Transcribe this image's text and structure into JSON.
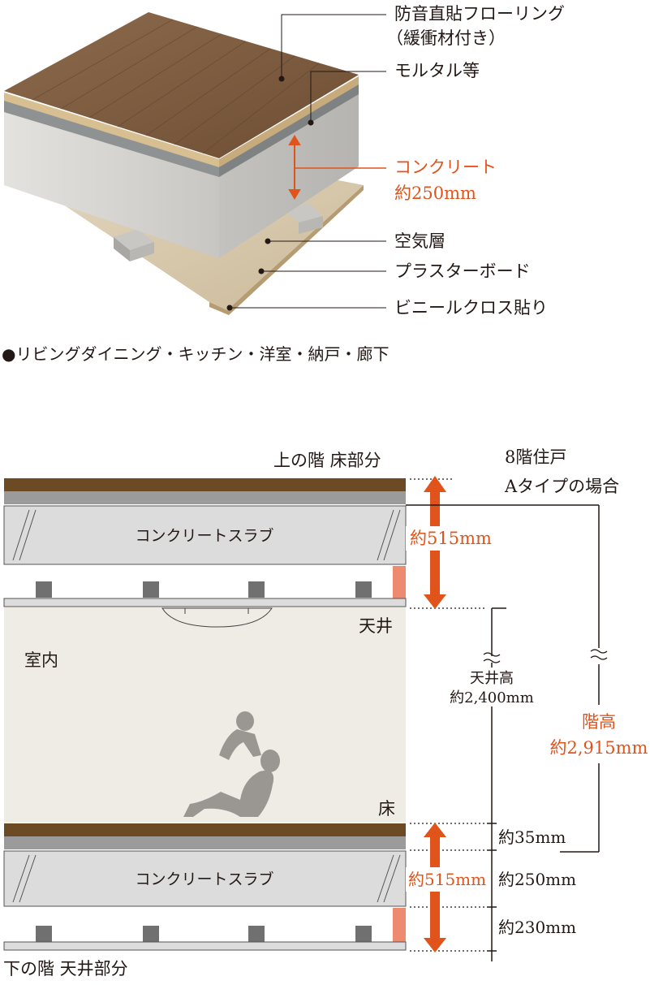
{
  "top_diagram": {
    "labels": {
      "flooring_line1": "防音直貼フローリング",
      "flooring_line2": "（緩衝材付き）",
      "mortar": "モルタル等",
      "concrete": "コンクリート",
      "concrete_thickness": "約250mm",
      "air_layer": "空気層",
      "plasterboard": "プラスターボード",
      "vinyl_cloth": "ビニールクロス貼り"
    },
    "applies_to": "●リビングダイニング・キッチン・洋室・納戸・廊下"
  },
  "section_diagram": {
    "upper_floor_label": "上の階 床部分",
    "lower_floor_label": "下の階 天井部分",
    "unit_line1": "8階住戸",
    "unit_line2": "Aタイプの場合",
    "slab_label_upper": "コンクリートスラブ",
    "slab_label_lower": "コンクリートスラブ",
    "room_label": "室内",
    "ceiling_label": "天井",
    "floor_label": "床",
    "upper_thickness": "約515mm",
    "lower_thickness": "約515mm",
    "ceiling_height_label": "天井高",
    "ceiling_height_value": "約2,400mm",
    "floor_height_label": "階高",
    "floor_height_value": "約2,915mm",
    "dims": {
      "finish": "約35mm",
      "slab": "約250mm",
      "void": "約230mm"
    }
  },
  "colors": {
    "accent": "#e0541b",
    "wood": "#7a5a3c",
    "concrete": "#d9d9d9",
    "room": "#efece6",
    "line": "#231815"
  }
}
